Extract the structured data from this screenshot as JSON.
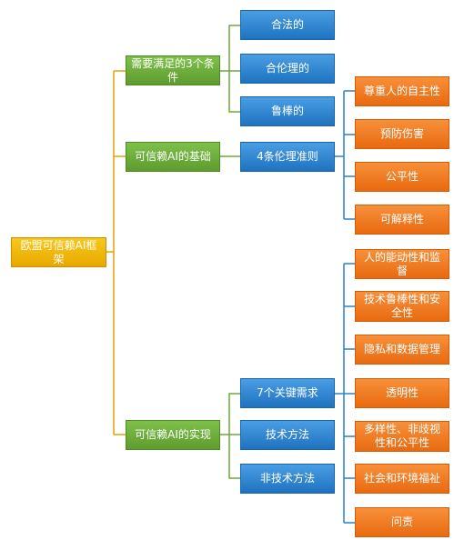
{
  "root": "欧盟可信赖AI框架",
  "branches": [
    {
      "label": "需要满足的3个条件",
      "children": [
        {
          "label": "合法的"
        },
        {
          "label": "合伦理的"
        },
        {
          "label": "鲁棒的"
        }
      ]
    },
    {
      "label": "可信赖AI的基础",
      "children": [
        {
          "label": "4条伦理准则",
          "children": [
            "尊重人的自主性",
            "预防伤害",
            "公平性",
            "可解释性"
          ]
        }
      ]
    },
    {
      "label": "可信赖AI的实现",
      "children": [
        {
          "label": "7个关键需求",
          "children": [
            "人的能动性和监督",
            "技术鲁棒性和安全性",
            "隐私和数据管理",
            "透明性",
            "多样性、非歧视性和公平性",
            "社会和环境福祉",
            "问责"
          ]
        },
        {
          "label": "技术方法"
        },
        {
          "label": "非技术方法"
        }
      ]
    }
  ],
  "colors": {
    "root": "#f0b400",
    "level1": "#6aaa3a",
    "level2": "#2b80cc",
    "level3": "#ee7a1c",
    "connector_root": "#e0a400",
    "connector_green": "#6aaa3a",
    "connector_blue": "#2b80cc",
    "connector_orange": "#ee7a1c"
  }
}
